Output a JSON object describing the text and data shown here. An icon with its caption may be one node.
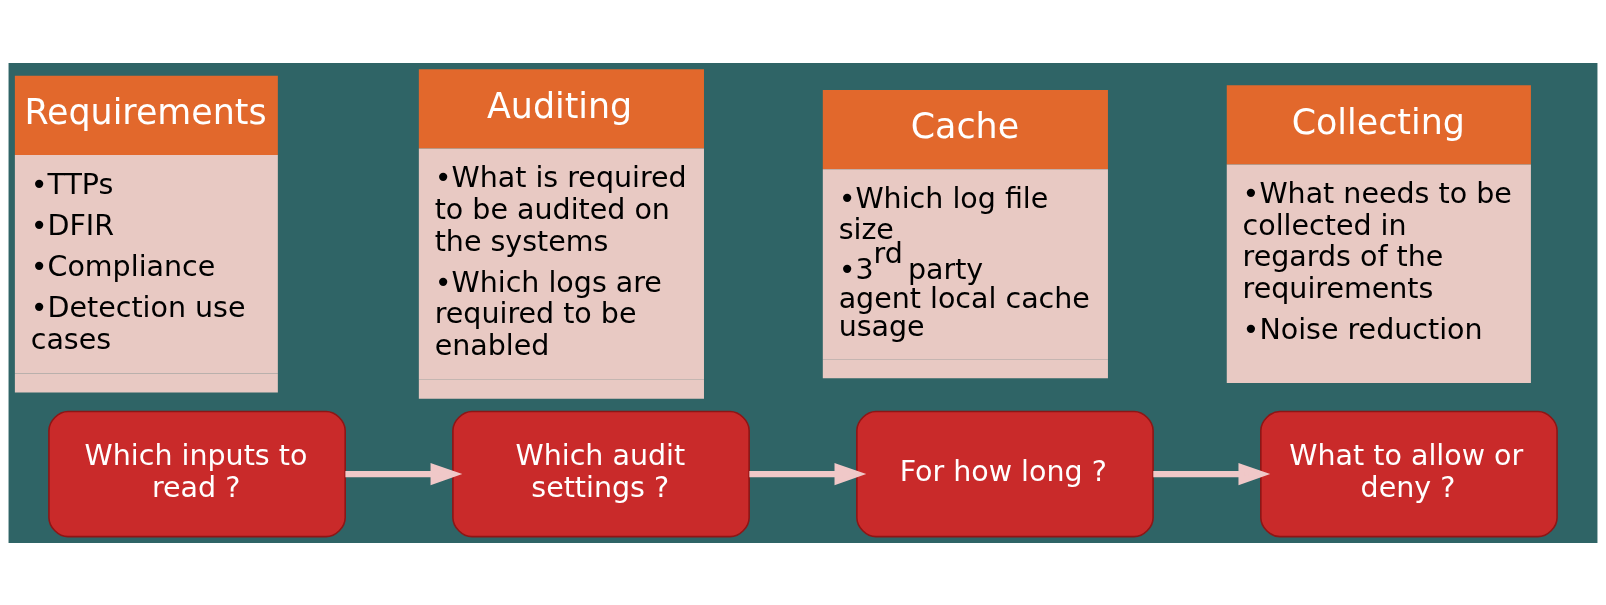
{
  "diagram": {
    "nodes": [
      {
        "text": [
          "Requirements",
          "•TTPs",
          "•DFIR",
          "•Compliance",
          "•Detection use cases"
        ]
      },
      {
        "text": [
          "Auditing",
          "•What is required to be audited on the systems",
          "•Which logs are required to be enabled"
        ]
      },
      {
        "text": [
          "Cache",
          "•Which log file size",
          "•3$^{rd}$ party agent local cache usage"
        ]
      },
      {
        "text": [
          "Collecting",
          "•What needs to be collected in regards of the requirements",
          "•Noise reduction"
        ]
      },
      {
        "text": [
          "Which inputs to read ?"
        ]
      },
      {
        "text": [
          "Which audit settings ?"
        ]
      },
      {
        "text": [
          "For how long ?"
        ]
      },
      {
        "text": [
          "What to allow or deny ?"
        ]
      }
    ],
    "edges": [
      {
        "from": 4,
        "to": 5,
        "arrow": "to"
      },
      {
        "from": 5,
        "to": 6,
        "arrow": "to"
      },
      {
        "from": 6,
        "to": 7,
        "arrow": "to"
      }
    ]
  }
}
